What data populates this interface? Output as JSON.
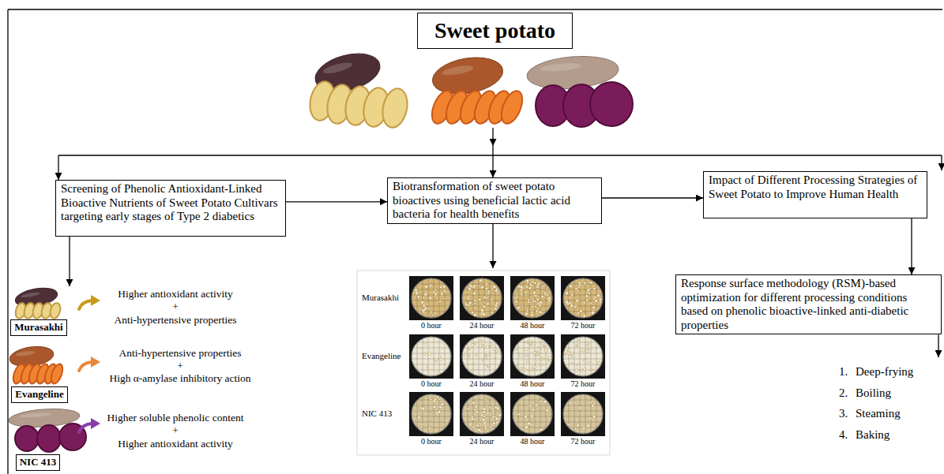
{
  "diagram": {
    "title": "Sweet potato",
    "nodes": [
      {
        "text": [
          "Screening of Phenolic Antioxidant-Linked Bioactive Nutrients of Sweet Potato Cultivars targeting early stages of Type 2 diabetics"
        ]
      },
      {
        "text": [
          "Biotransformation of sweet potato bioactives using beneficial lactic acid bacteria for health benefits"
        ]
      },
      {
        "text": [
          "Impact of Different Processing Strategies of Sweet Potato to Improve Human Health"
        ]
      },
      {
        "text": [
          "Response surface methodology (RSM)-based optimization for different processing conditions based on phenolic bioactive-linked anti-diabetic properties"
        ]
      },
      {
        "text": [
          "Murasakhi"
        ]
      },
      {
        "text": [
          "Evangeline"
        ]
      },
      {
        "text": [
          "NIC 413"
        ]
      }
    ],
    "edges": [
      {
        "from": 0,
        "to": 1,
        "arrow": "to"
      },
      {
        "from": 1,
        "to": 2,
        "arrow": "to"
      },
      {
        "from": 2,
        "to": 3,
        "arrow": "to"
      }
    ],
    "labels": [
      "Higher antioxidant activity",
      "+",
      "Anti-hypertensive properties",
      "Anti-hypertensive properties",
      "+",
      "High α-amylase inhibitory action",
      "Higher soluble phenolic content",
      "+",
      "Higher antioxidant activity",
      "Murasakhi",
      "0 hour",
      "24 hour",
      "48 hour",
      "72 hour",
      "Evangeline",
      "0 hour",
      "24 hour",
      "48 hour",
      "72 hour",
      "NIC 413",
      "0 hour",
      "24 hour",
      "48 hour",
      "72 hour",
      "1.",
      "Deep-frying",
      "2.",
      "Boiling",
      "3.",
      "Steaming",
      "4.",
      "Baking"
    ]
  }
}
